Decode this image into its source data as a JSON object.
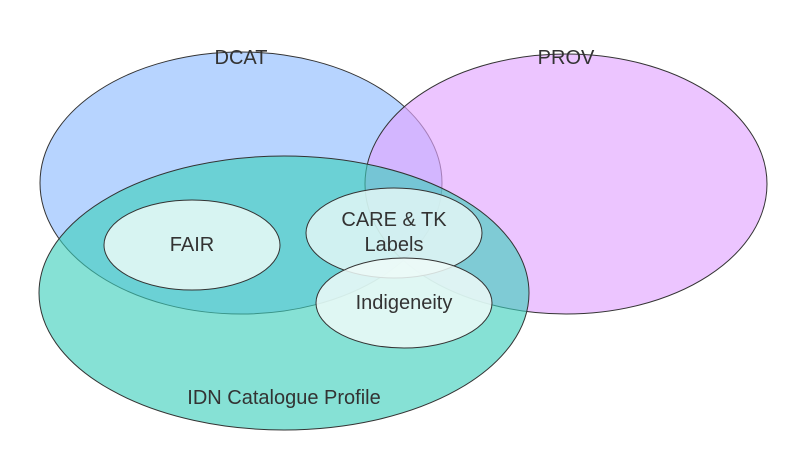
{
  "diagram": {
    "type": "venn",
    "sets": {
      "dcat": {
        "label": "DCAT",
        "fill": "#9fc6ff"
      },
      "prov": {
        "label": "PROV",
        "fill": "#e9b7ff"
      },
      "idn": {
        "label": "IDN Catalogue Profile",
        "fill": "#5fd8c7"
      },
      "fair": {
        "label": "FAIR",
        "fill": "#dff6f4"
      },
      "care": {
        "label_line1": "CARE & TK",
        "label_line2": "Labels",
        "fill": "#dff6f4"
      },
      "indigeneity": {
        "label": "Indigeneity",
        "fill": "#eaf9f7"
      }
    },
    "stroke_color": "#333333"
  }
}
